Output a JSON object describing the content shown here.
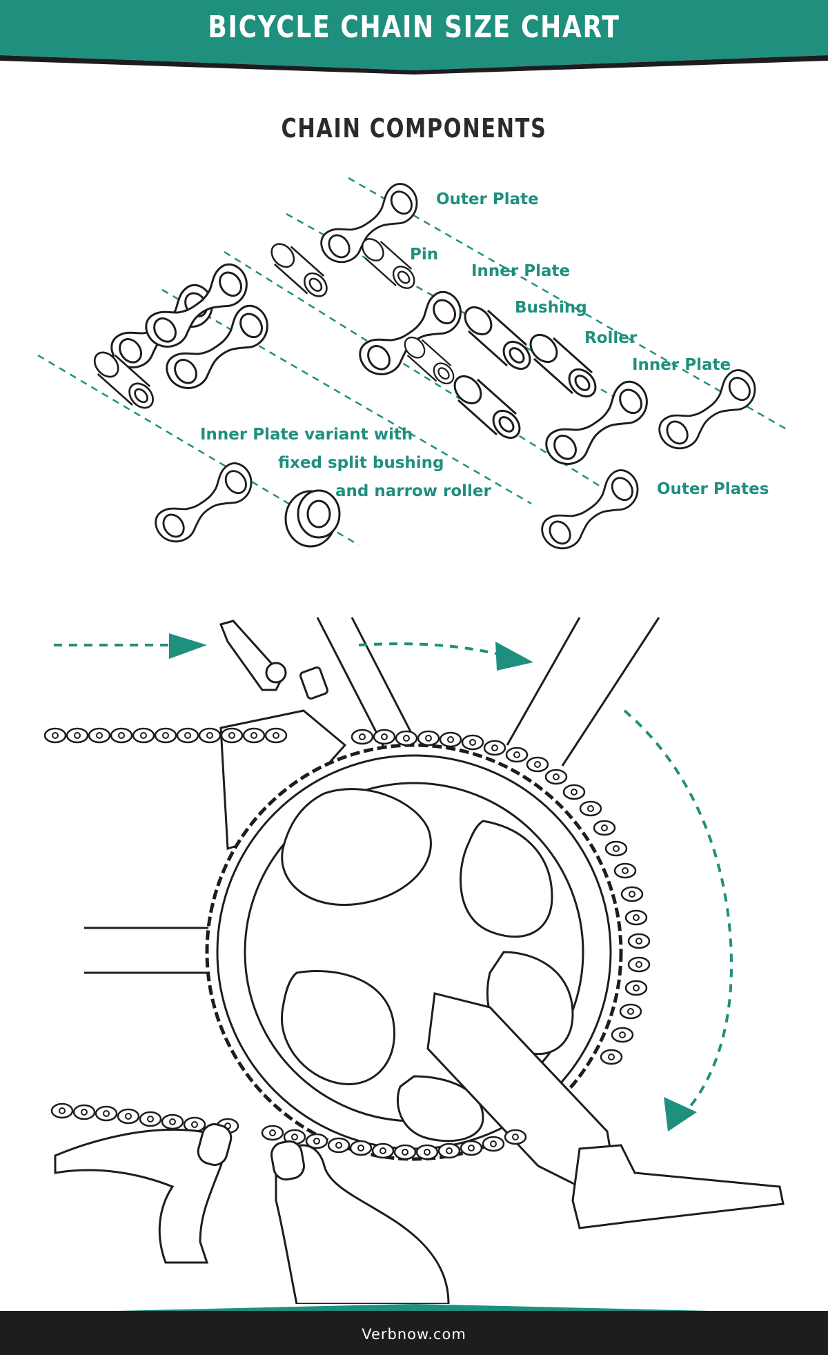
{
  "header": {
    "title": "BICYCLE CHAIN SIZE CHART"
  },
  "section": {
    "title": "CHAIN COMPONENTS"
  },
  "labels": {
    "outer_plate": "Outer Plate",
    "pin": "Pin",
    "inner_plate_1": "Inner Plate",
    "bushing": "Bushing",
    "roller": "Roller",
    "inner_plate_2": "Inner Plate",
    "outer_plates": "Outer Plates",
    "variant_line1": "Inner Plate variant with",
    "variant_line2": "fixed split bushing",
    "variant_line3": "and narrow roller"
  },
  "footer": {
    "site": "Verbnow.com"
  },
  "colors": {
    "accent": "#1f8f7e",
    "ink": "#1d1d1f",
    "background": "#ffffff"
  }
}
